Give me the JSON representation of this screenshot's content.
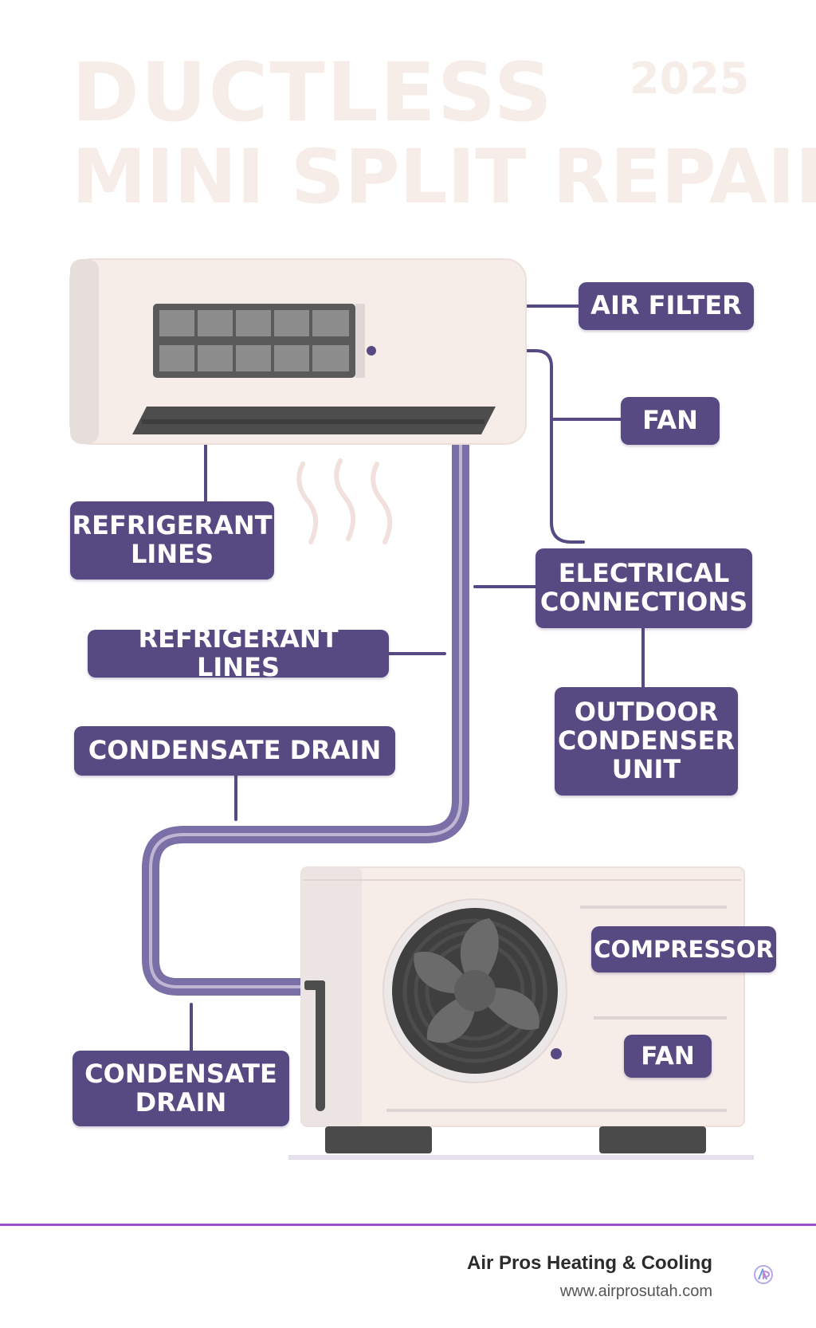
{
  "title": {
    "line1": "DUCTLESS",
    "line2": "MINI SPLIT REPAIR",
    "year": "2025"
  },
  "labels": {
    "air_filter": "AIR FILTER",
    "fan_indoor": "FAN",
    "refrigerant_lines_1": "REFRIGERANT LINES",
    "electrical_connections": "ELECTRICAL CONNECTIONS",
    "refrigerant_lines_2": "REFRIGERANT LINES",
    "condensate_drain_1": "CONDENSATE DRAIN",
    "outdoor_condenser_unit": "OUTDOOR CONDENSER UNIT",
    "compressor": "COMPRESSOR",
    "fan_outdoor": "FAN",
    "condensate_drain_2": "CONDENSATE DRAIN"
  },
  "footer": {
    "company": "Air Pros Heating & Cooling",
    "url": "www.airprosutah.com"
  },
  "colors": {
    "label_bg": "#574a82",
    "line": "#574a82",
    "title": "#f6ece8",
    "unit_body": "#f6ede9",
    "footer_rule": "#9b4fc4"
  },
  "icons": {
    "logo": "air-pros-logo-icon"
  }
}
